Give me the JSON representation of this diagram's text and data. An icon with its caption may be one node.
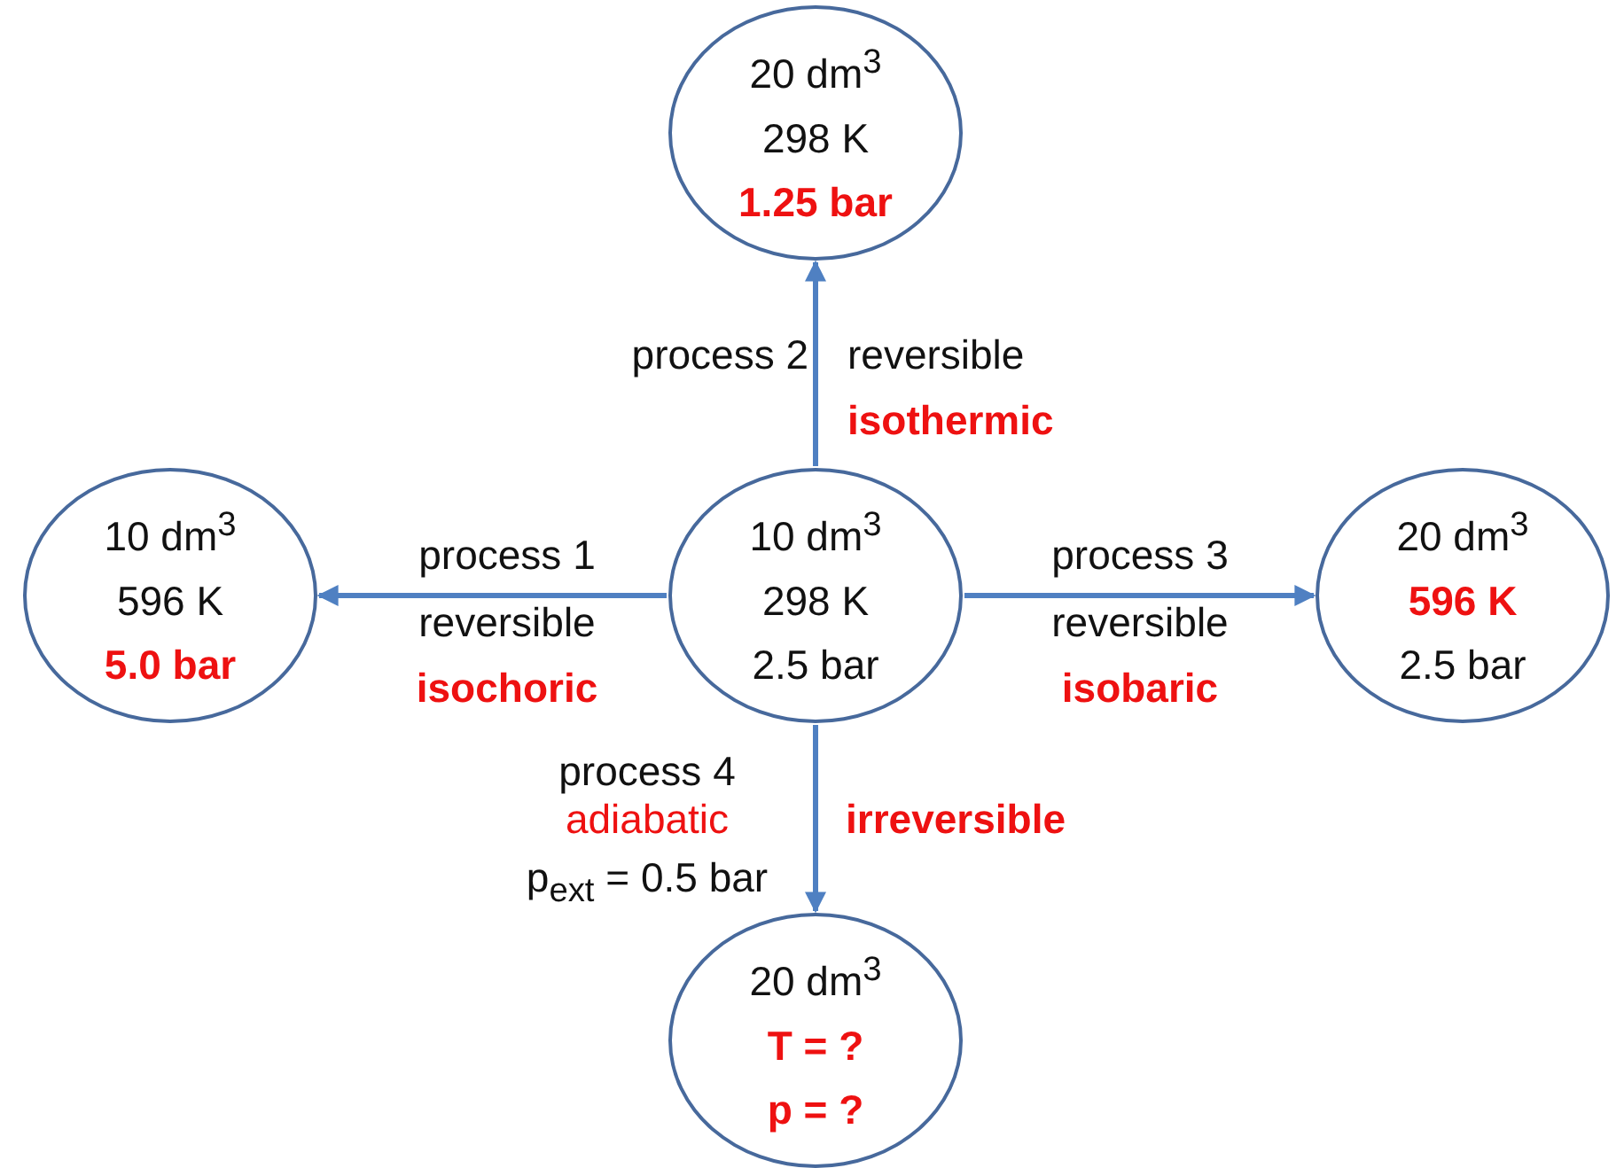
{
  "diagram": {
    "nodes": [
      {
        "text": [
          "20 dm$^{3}$",
          "298 K",
          "1.25 bar"
        ]
      },
      {
        "text": [
          "10 dm$^{3}$",
          "596 K",
          "5.0 bar"
        ]
      },
      {
        "text": [
          "10 dm$^{3}$",
          "298 K",
          "2.5 bar"
        ]
      },
      {
        "text": [
          "20 dm$^{3}$",
          "596 K",
          "2.5 bar"
        ]
      },
      {
        "text": [
          "20 dm$^{3}$",
          "T = ?",
          "p = ?"
        ]
      }
    ],
    "edges": [
      {
        "from": 2,
        "to": 1,
        "arrow": "to",
        "label": "process 1"
      },
      {
        "from": 2,
        "to": 0,
        "arrow": "to",
        "label": "process 2"
      },
      {
        "from": 2,
        "to": 3,
        "arrow": "to",
        "label": "process 3"
      },
      {
        "from": 2,
        "to": 4,
        "arrow": "to",
        "label": "process 4"
      }
    ],
    "labels": [
      "reversible",
      "isothermic",
      "reversible",
      "isochoric",
      "reversible",
      "isobaric",
      "adiabatic",
      "p$_{ext}$ = 0.5 bar",
      "irreversible"
    ]
  }
}
